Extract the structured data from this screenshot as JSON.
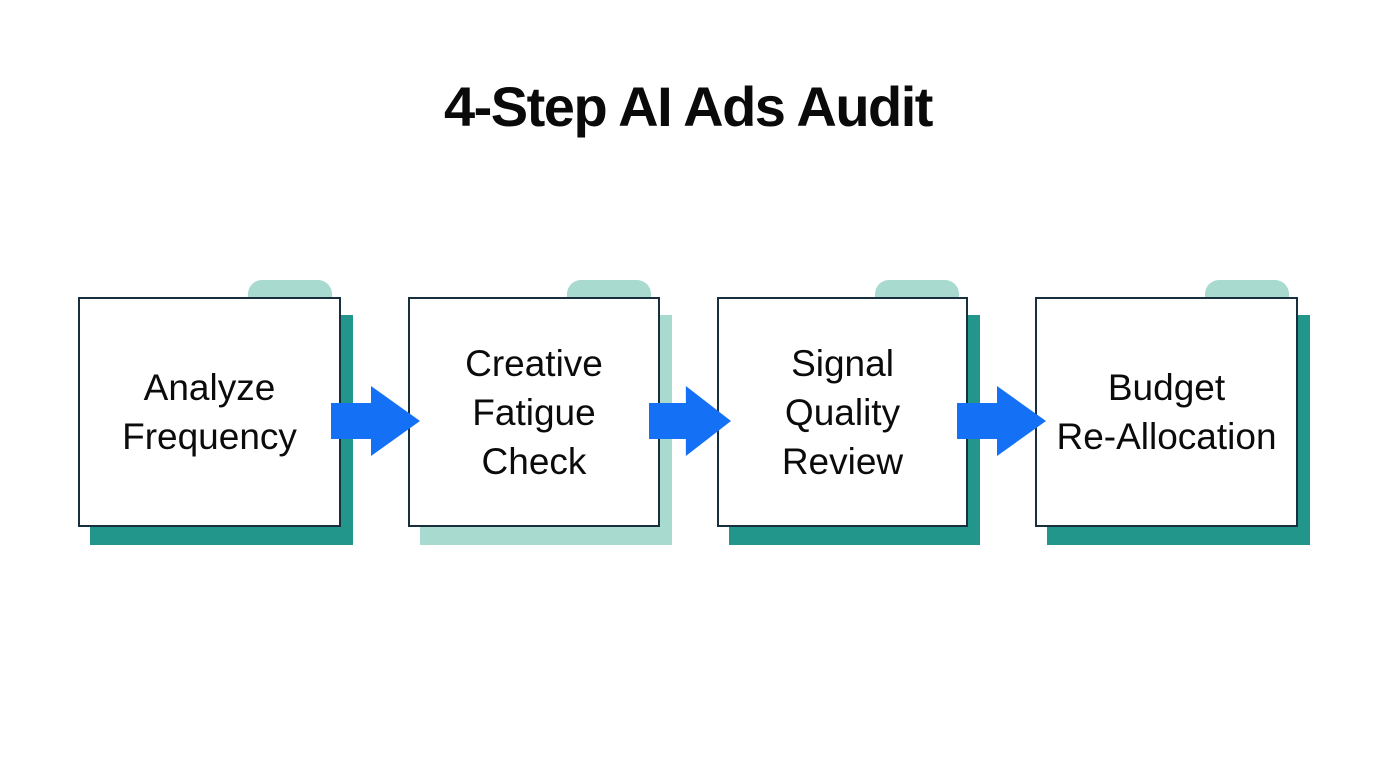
{
  "title": "4-Step AI Ads Audit",
  "colors": {
    "background": "#ffffff",
    "title_text": "#0a0a0a",
    "box_fill": "#ffffff",
    "box_border": "#182f3d",
    "box_text": "#0b0b0c",
    "shadow_teal": "#22968a",
    "shadow_mint": "#a8dacf",
    "tab_mint": "#a8dacf",
    "arrow_blue": "#1470f5"
  },
  "steps": [
    {
      "label": "Analyze Frequency",
      "lines": [
        "Analyze",
        "Frequency"
      ],
      "shadow_color": "#22968a"
    },
    {
      "label": "Creative Fatigue Check",
      "lines": [
        "Creative",
        "Fatigue",
        "Check"
      ],
      "shadow_color": "#a8dacf"
    },
    {
      "label": "Signal Quality Review",
      "lines": [
        "Signal",
        "Quality",
        "Review"
      ],
      "shadow_color": "#22968a"
    },
    {
      "label": "Budget Re-Allocation",
      "lines": [
        "Budget",
        "Re-Allocation"
      ],
      "shadow_color": "#22968a"
    }
  ]
}
